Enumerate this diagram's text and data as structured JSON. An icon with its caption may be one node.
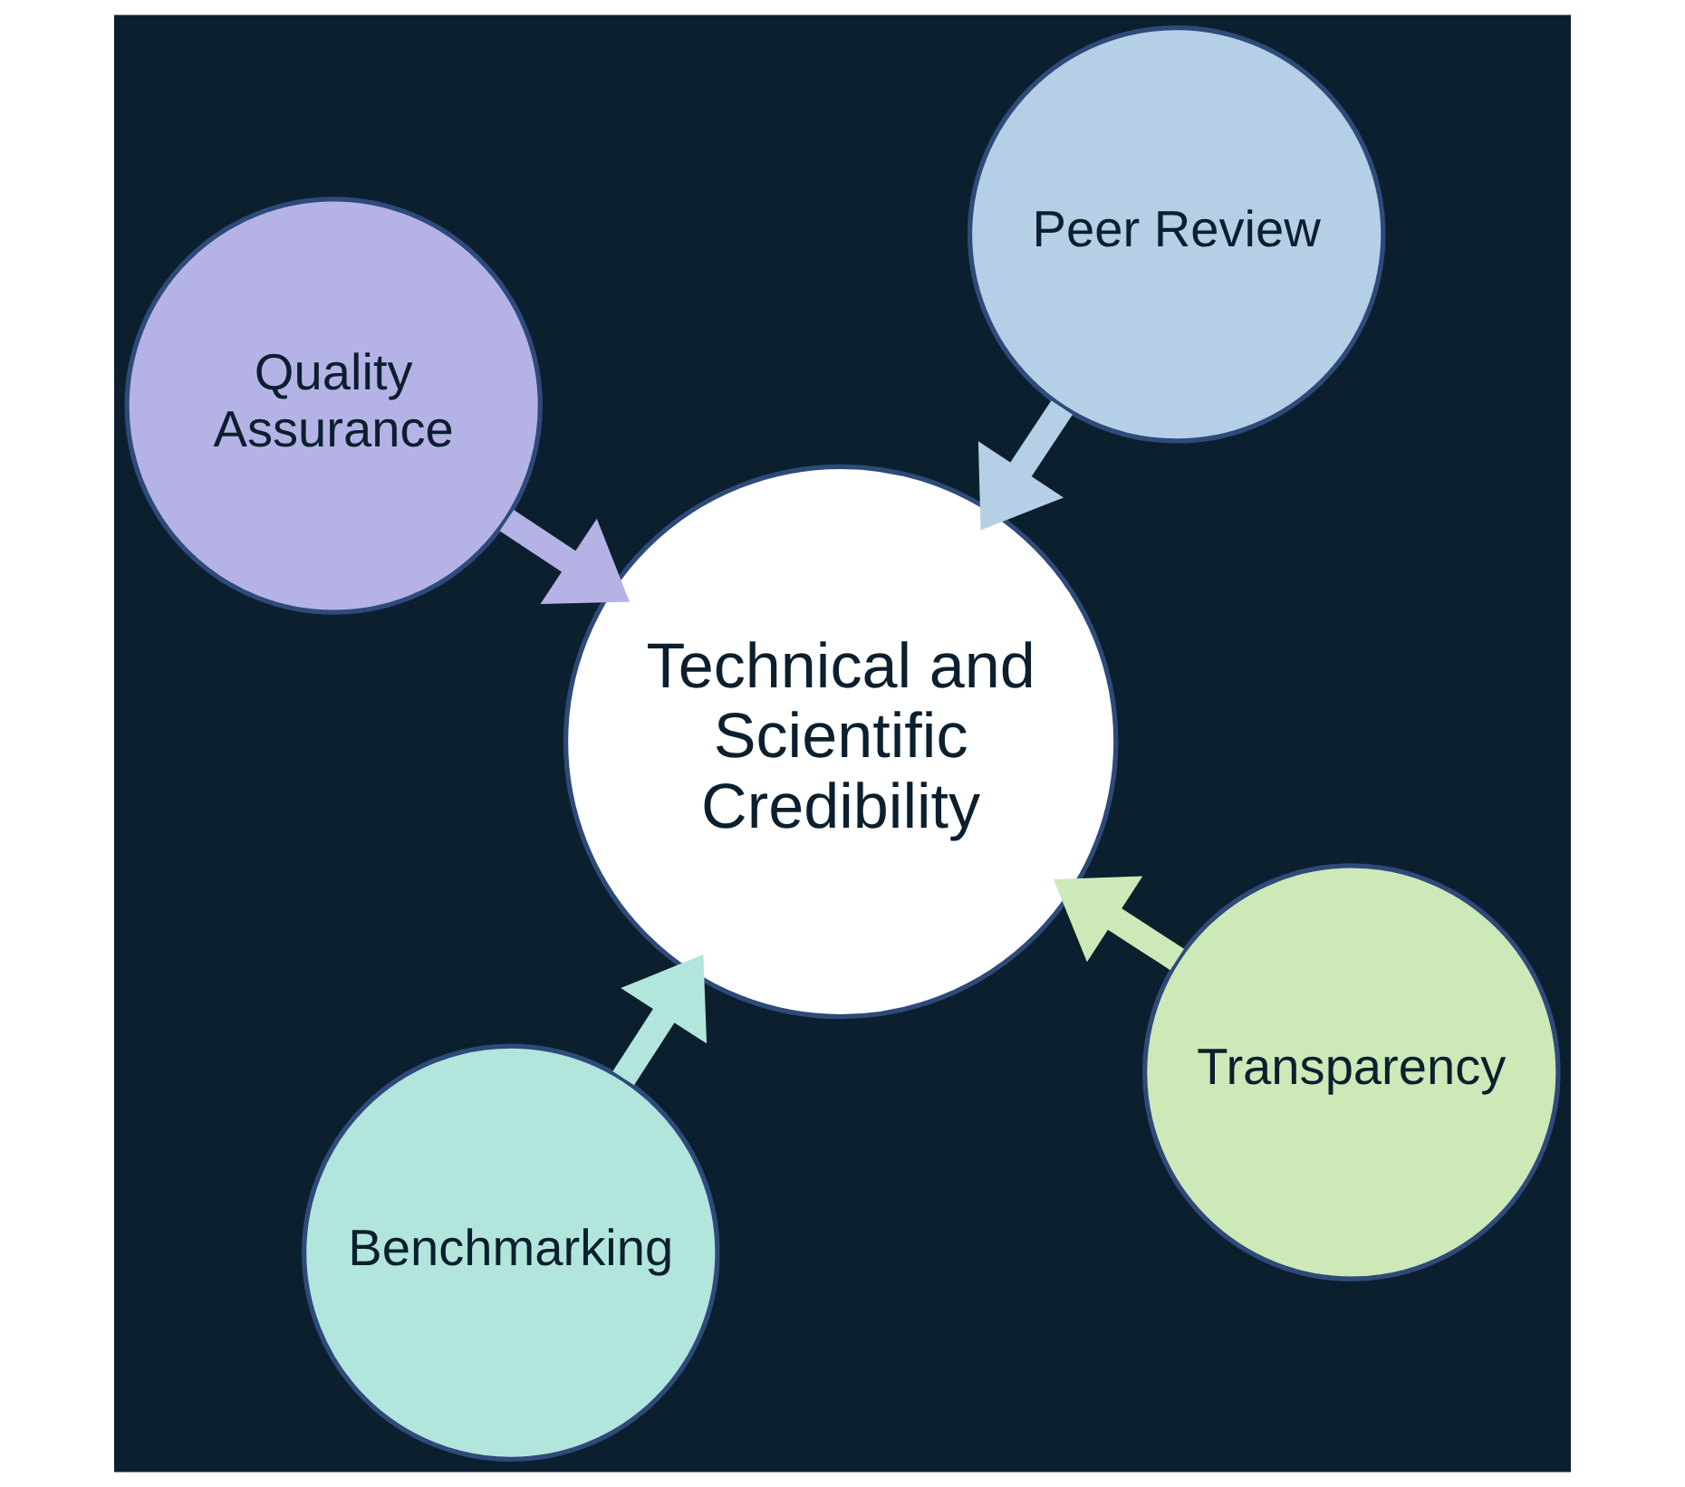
{
  "diagram": {
    "nodes": [
      {
        "text": [
          "Technical and Scientific Credibility"
        ]
      },
      {
        "text": [
          "Transparency"
        ]
      },
      {
        "text": [
          "Benchmarking"
        ]
      },
      {
        "text": [
          "Quality Assurance"
        ]
      },
      {
        "text": [
          "Peer Review"
        ]
      }
    ],
    "edges": [
      {
        "from": 1,
        "to": 0,
        "arrow": "to",
        "color": "#cde9b8"
      },
      {
        "from": 2,
        "to": 0,
        "arrow": "to",
        "color": "#b2e6dc"
      },
      {
        "from": 3,
        "to": 0,
        "arrow": "to",
        "color": "#b5b3e6"
      },
      {
        "from": 4,
        "to": 0,
        "arrow": "to",
        "color": "#b5d0e6"
      }
    ]
  }
}
